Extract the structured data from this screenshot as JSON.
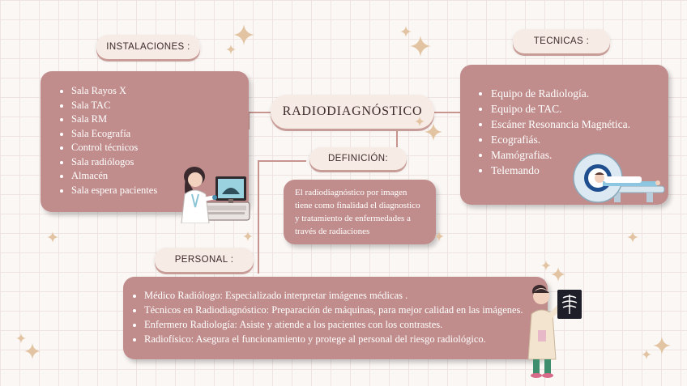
{
  "installations": {
    "header": "INSTALACIONES :",
    "items": [
      "Sala Rayos X",
      "Sala TAC",
      "Sala RM",
      "Sala Ecografía",
      "Control técnicos",
      "Sala radiólogos",
      "Almacén",
      "Sala espera pacientes"
    ]
  },
  "techniques": {
    "header": "TECNICAS :",
    "items": [
      "Equipo de Radiología.",
      "Equipo de TAC.",
      "Escáner Resonancia Magnética.",
      "Ecografiás.",
      "Mamógrafias.",
      "Telemando"
    ]
  },
  "center": {
    "title": "RADIODIAGNÓSTICO"
  },
  "definition": {
    "header": "DEFINICIÓN:",
    "text": [
      "El radiodiagnóstico por imagen",
      "tiene como finalidad el diagnostico",
      "y tratamiento de enfermedades a",
      "través de radiaciones"
    ]
  },
  "personnel": {
    "header": "PERSONAL :",
    "items": [
      "Médico Radiólogo: Especializado interpretar imágenes médicas .",
      "Técnicos en Radiodiagnóstico: Preparación de máquinas, para mejor calidad en las imágenes.",
      "Enfermero Radiología: Asiste y atiende a los pacientes con los contrastes.",
      "Radiofísico: Asegura el funcionamiento y protege al personal del riesgo radiológico."
    ]
  },
  "colors": {
    "box": "#c08d8c",
    "pill": "#f7ebe6",
    "connector": "#c89490",
    "sparkle": "#e2c4a2"
  }
}
